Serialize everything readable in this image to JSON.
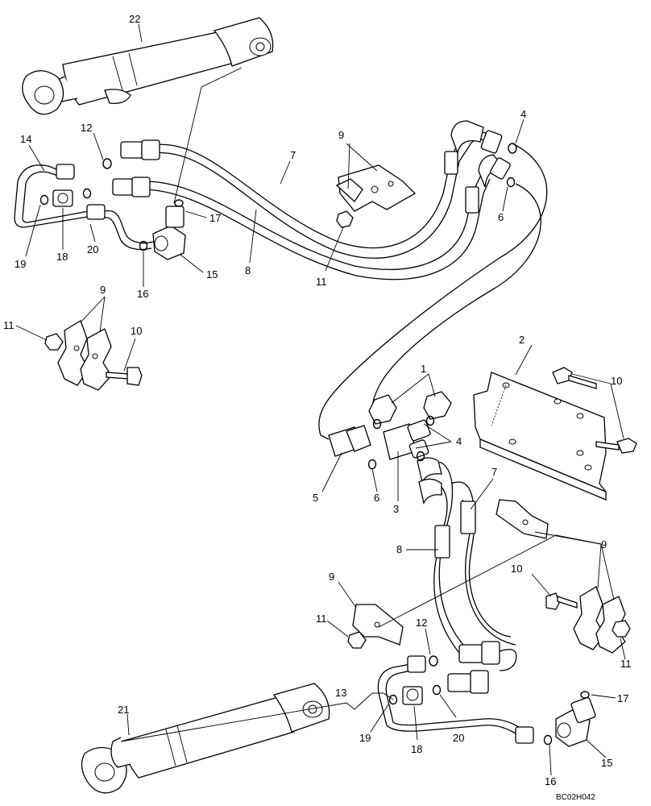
{
  "diagram": {
    "drawing_code": "BC02H042",
    "callouts": {
      "c22": "22",
      "c21": "21",
      "c14": "14",
      "c13": "13",
      "c12a": "12",
      "c12b": "12",
      "c19a": "19",
      "c19b": "19",
      "c18a": "18",
      "c18b": "18",
      "c20a": "20",
      "c20b": "20",
      "c16a": "16",
      "c16b": "16",
      "c15a": "15",
      "c15b": "15",
      "c17a": "17",
      "c17b": "17",
      "c7a": "7",
      "c7b": "7",
      "c8a": "8",
      "c8b": "8",
      "c9a": "9",
      "c9b": "9",
      "c9c": "9",
      "c9d": "9",
      "c11a": "11",
      "c11b": "11",
      "c11c": "11",
      "c11d": "11",
      "c10a": "10",
      "c10b": "10",
      "c10c": "10",
      "c4a": "4",
      "c4b": "4",
      "c6a": "6",
      "c6b": "6",
      "c1": "1",
      "c2": "2",
      "c3": "3",
      "c5": "5"
    }
  }
}
